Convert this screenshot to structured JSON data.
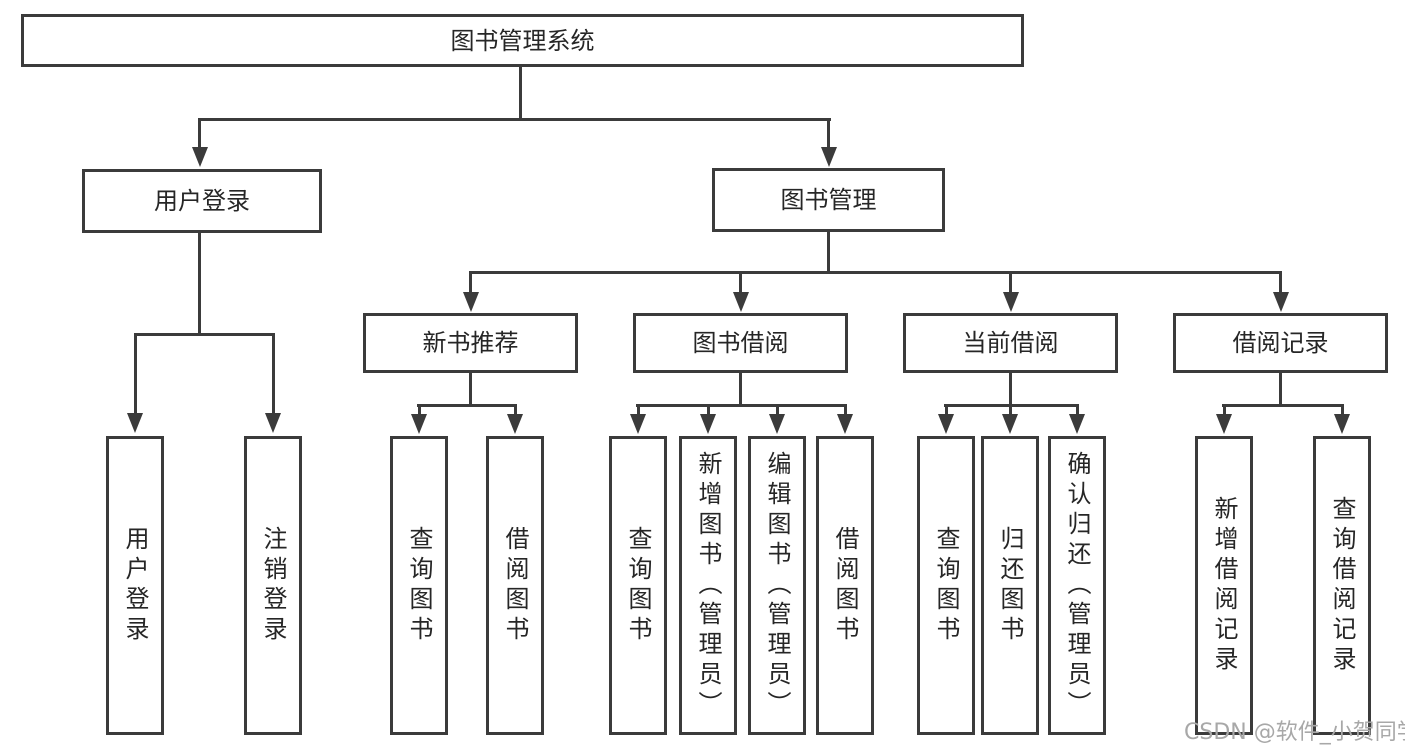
{
  "diagram_title": "图书管理系统",
  "tree": {
    "label": "图书管理系统",
    "children": [
      {
        "label": "用户登录",
        "children": [
          {
            "label": "用户登录"
          },
          {
            "label": "注销登录"
          }
        ]
      },
      {
        "label": "图书管理",
        "children": [
          {
            "label": "新书推荐",
            "children": [
              {
                "label": "查询图书"
              },
              {
                "label": "借阅图书"
              }
            ]
          },
          {
            "label": "图书借阅",
            "children": [
              {
                "label": "查询图书"
              },
              {
                "label": "新增图书（管理员）"
              },
              {
                "label": "编辑图书（管理员）"
              },
              {
                "label": "借阅图书"
              }
            ]
          },
          {
            "label": "当前借阅",
            "children": [
              {
                "label": "查询图书"
              },
              {
                "label": "归还图书"
              },
              {
                "label": "确认归还（管理员）"
              }
            ]
          },
          {
            "label": "借阅记录",
            "children": [
              {
                "label": "新增借阅记录"
              },
              {
                "label": "查询借阅记录"
              }
            ]
          }
        ]
      }
    ]
  },
  "watermark": {
    "text": "CSDN @软件_小贺同学"
  },
  "colors": {
    "line": "#3b3b3b",
    "text": "#262626",
    "box_background": "#ffffff",
    "watermark": "#a8a8a8"
  }
}
